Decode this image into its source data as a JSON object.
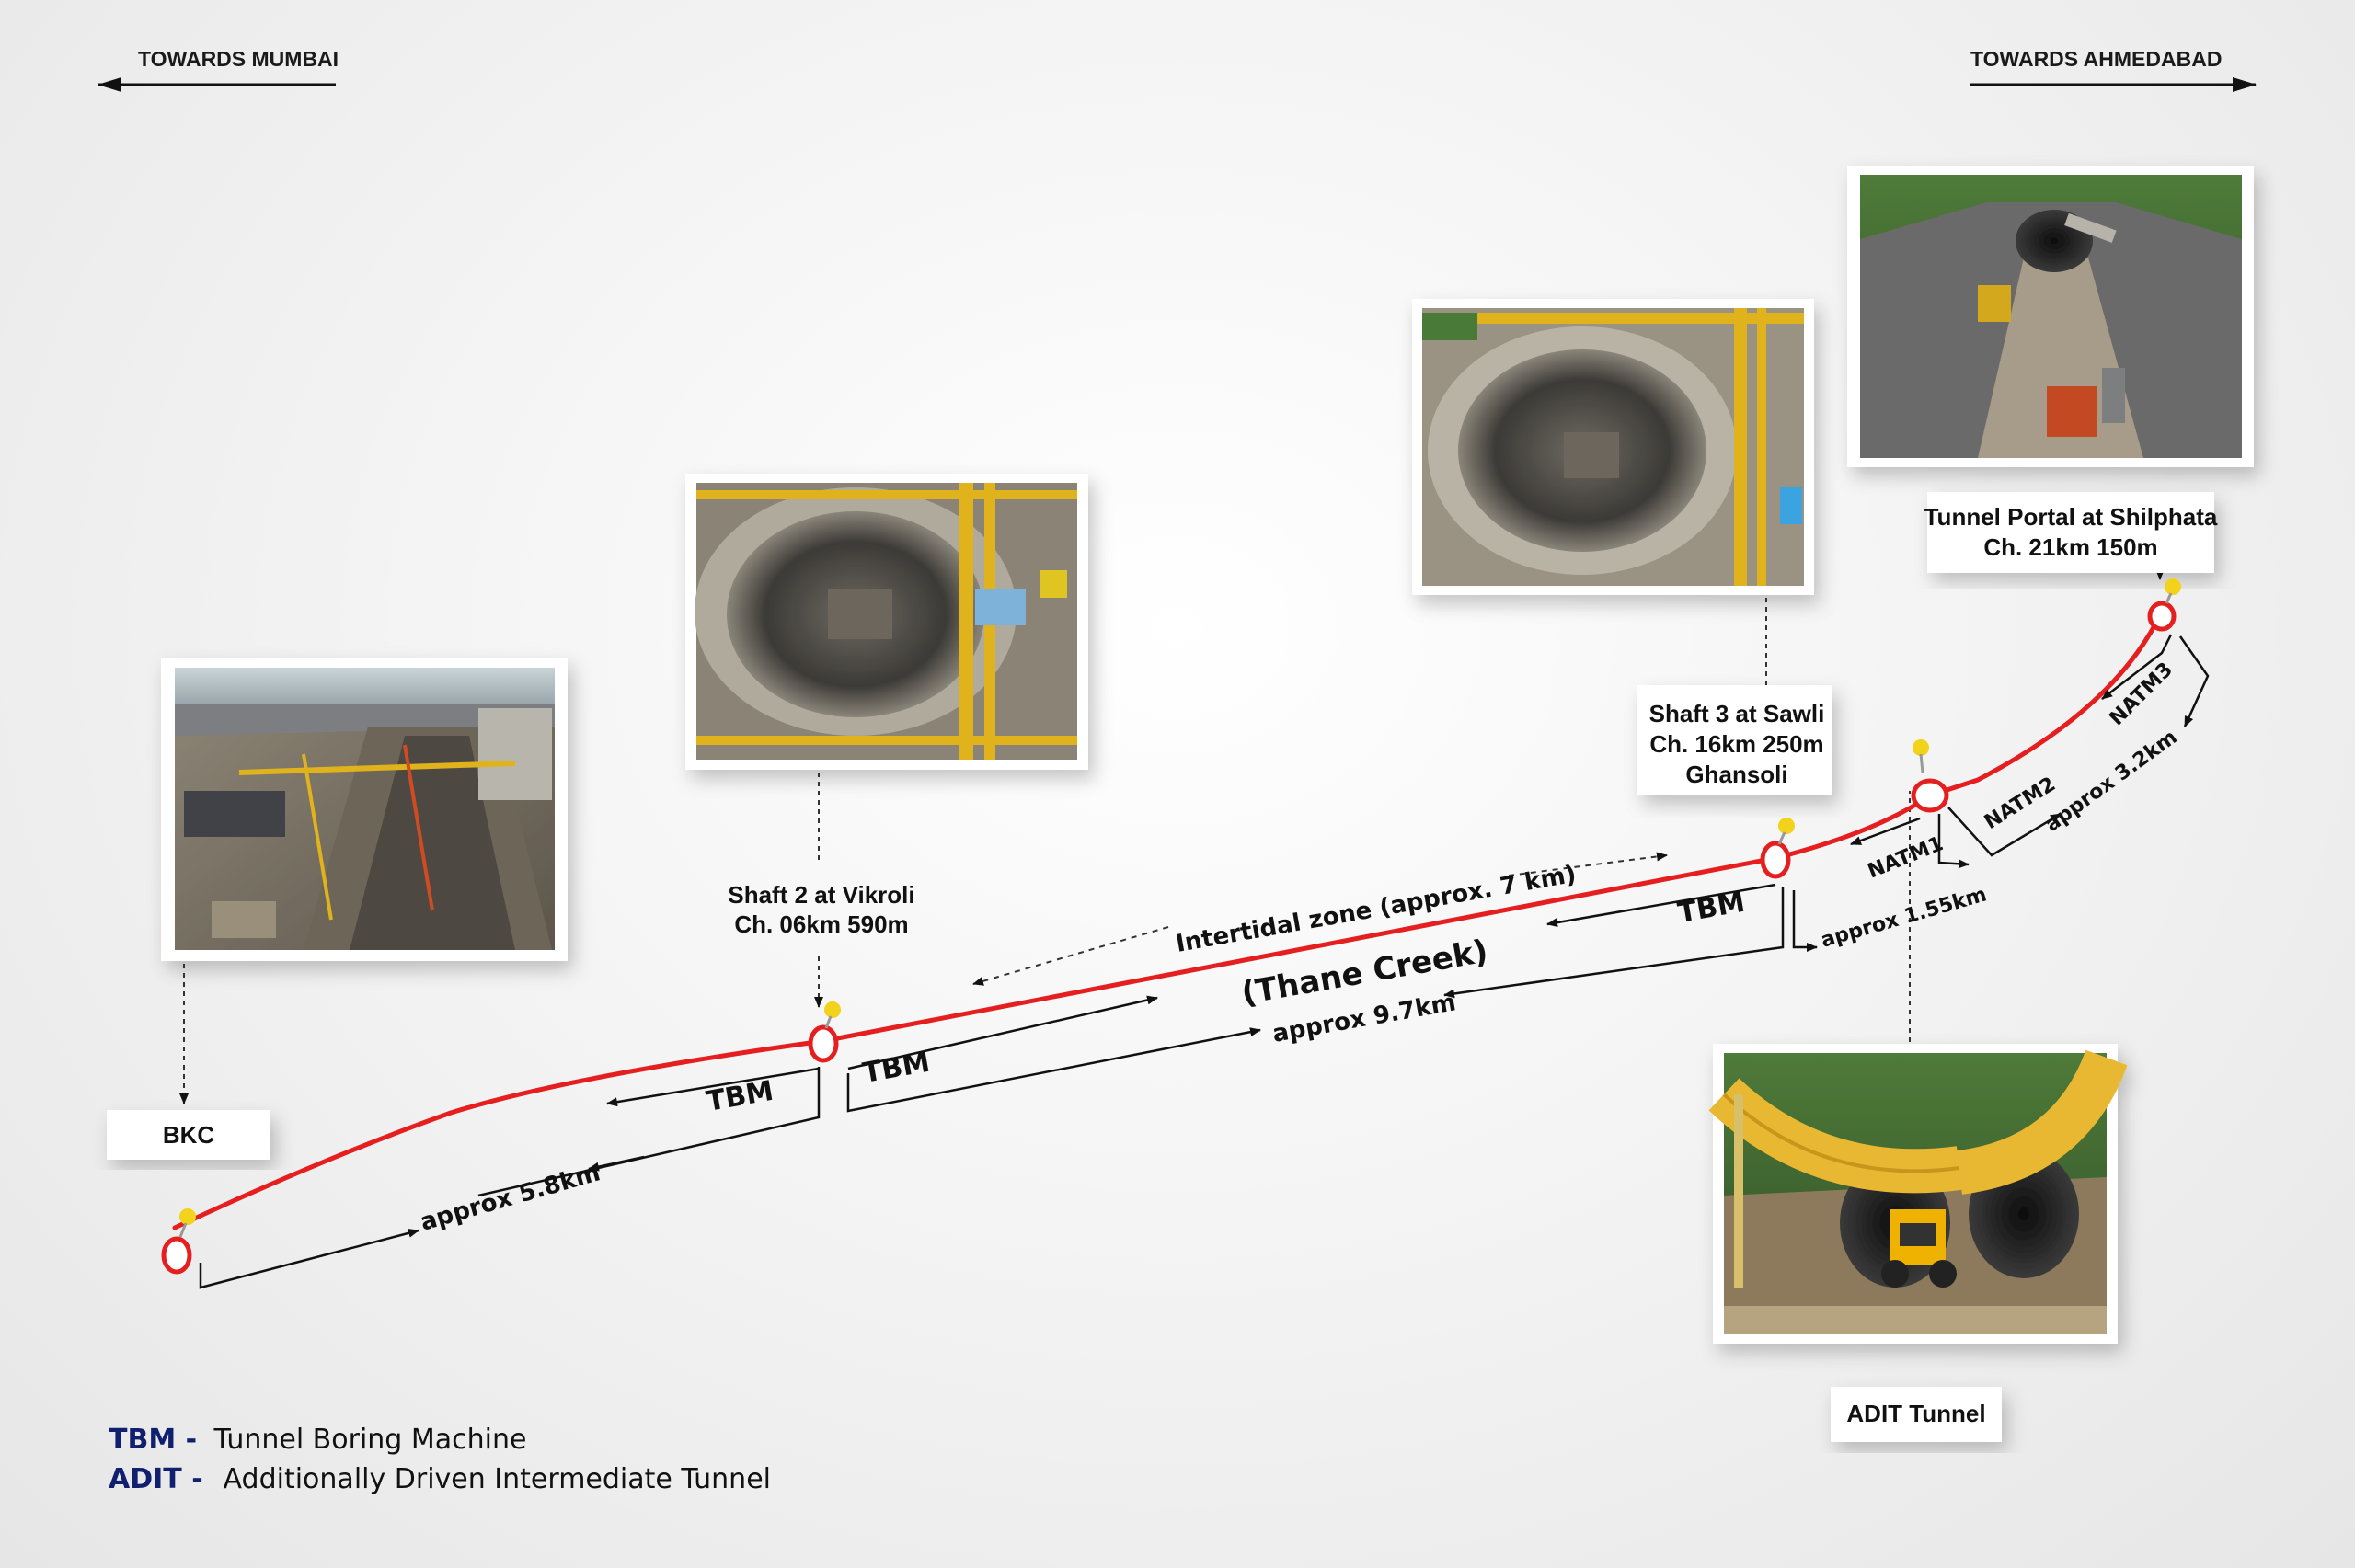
{
  "directions": {
    "left": "TOWARDS MUMBAI",
    "right": "TOWARDS AHMEDABAD"
  },
  "stations": {
    "bkc": {
      "label": "BKC"
    },
    "shaft2": {
      "line1": "Shaft 2 at Vikroli",
      "line2": "Ch. 06km 590m"
    },
    "shaft3": {
      "line1": "Shaft 3 at Sawli",
      "line2": "Ch. 16km 250m",
      "line3": "Ghansoli"
    },
    "portal": {
      "line1": "Tunnel Portal at Shilphata",
      "line2": "Ch. 21km 150m"
    },
    "adit": {
      "label": "ADIT Tunnel"
    }
  },
  "segments": {
    "seg1_distance": "approx 5.8km",
    "seg1_tbm": "TBM",
    "seg2_tbm_a": "TBM",
    "seg2_tbm_b": "TBM",
    "seg2_distance": "approx 9.7km",
    "intertidal": "Intertidal zone (approx. 7 km)",
    "creek": "(Thane Creek)",
    "seg3_distance": "approx 1.55km",
    "natm1": "NATM1",
    "natm2": "NATM2",
    "natm3": "NATM3",
    "seg4_distance": "approx 3.2km"
  },
  "legend": [
    {
      "abbr": "TBM -",
      "desc": "Tunnel Boring Machine"
    },
    {
      "abbr": "ADIT -",
      "desc": "Additionally Driven Intermediate Tunnel"
    }
  ],
  "colors": {
    "route": "#e51f1f",
    "legend_abbr": "#10206e",
    "pin": "#f2d21b"
  }
}
